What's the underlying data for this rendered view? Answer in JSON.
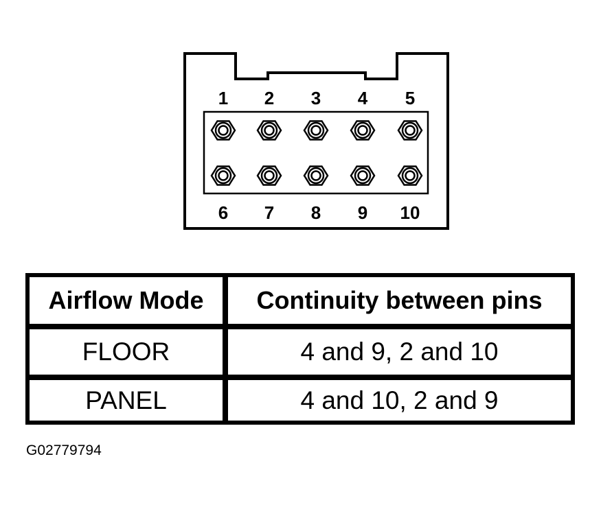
{
  "connector": {
    "top_row_pins": [
      "1",
      "2",
      "3",
      "4",
      "5"
    ],
    "bottom_row_pins": [
      "6",
      "7",
      "8",
      "9",
      "10"
    ]
  },
  "table": {
    "headers": [
      "Airflow Mode",
      "Continuity between pins"
    ],
    "rows": [
      [
        "FLOOR",
        "4 and 9, 2 and 10"
      ],
      [
        "PANEL",
        "4 and 10, 2 and 9"
      ]
    ]
  },
  "figure_code": "G02779794"
}
